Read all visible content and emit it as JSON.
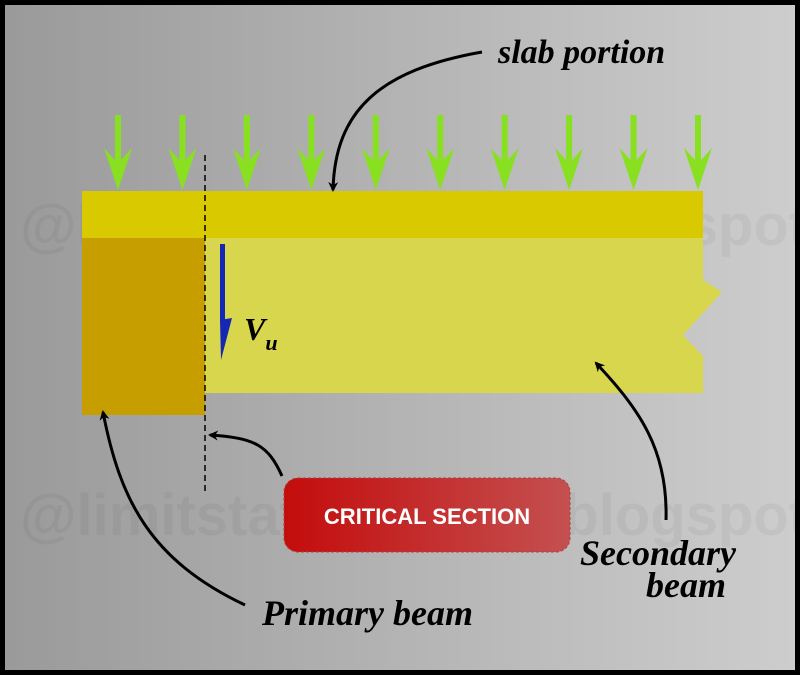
{
  "labels": {
    "slab": "slab portion",
    "shear_v": "V",
    "shear_sub": "u",
    "critical": "CRITICAL SECTION",
    "primary": "Primary beam",
    "secondary_1": "Secondary",
    "secondary_2": "beam"
  },
  "watermark": "@limitstatelessons.blogspot.in",
  "colors": {
    "slab": "#d9c900",
    "secondary_beam": "#d8d64c",
    "primary_beam": "#c69e00",
    "load_arrows": "#88e020",
    "shear_arrow": "#1428b4",
    "critical_badge": "#c41818"
  },
  "load_arrow_count": 10
}
